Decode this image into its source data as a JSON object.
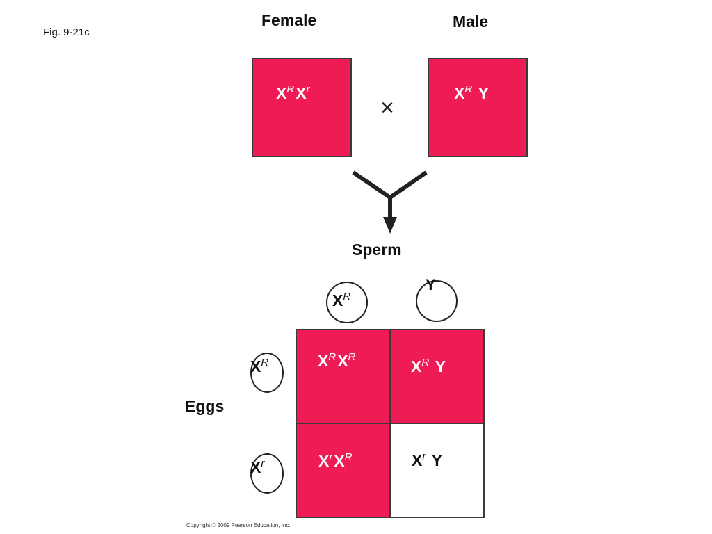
{
  "figure_label": "Fig. 9-21c",
  "parents": {
    "female": {
      "heading": "Female",
      "allele1": "X",
      "sup1": "R",
      "allele2": "X",
      "sup2": "r"
    },
    "male": {
      "heading": "Male",
      "allele1": "X",
      "sup1": "R",
      "allele2": "Y",
      "sup2": ""
    },
    "cross_symbol": "×"
  },
  "sperm": {
    "heading": "Sperm",
    "gametes": [
      {
        "base": "X",
        "sup": "R"
      },
      {
        "base": "Y",
        "sup": ""
      }
    ]
  },
  "eggs": {
    "heading": "Eggs",
    "gametes": [
      {
        "base": "X",
        "sup": "R"
      },
      {
        "base": "X",
        "sup": "r"
      }
    ]
  },
  "punnett": {
    "cells": [
      {
        "a": "X",
        "asup": "R",
        "b": "X",
        "bsup": "R",
        "fill": "#ee1b55"
      },
      {
        "a": "X",
        "asup": "R",
        "b": "Y",
        "bsup": "",
        "fill": "#ee1b55"
      },
      {
        "a": "X",
        "asup": "r",
        "b": "X",
        "bsup": "R",
        "fill": "#ee1b55"
      },
      {
        "a": "X",
        "asup": "r",
        "b": "Y",
        "bsup": "",
        "fill": "#ffffff"
      }
    ]
  },
  "colors": {
    "red_eye": "#ee1b55",
    "white_eye": "#ffffff"
  },
  "copyright": "Copyright © 2009 Pearson Education, Inc."
}
